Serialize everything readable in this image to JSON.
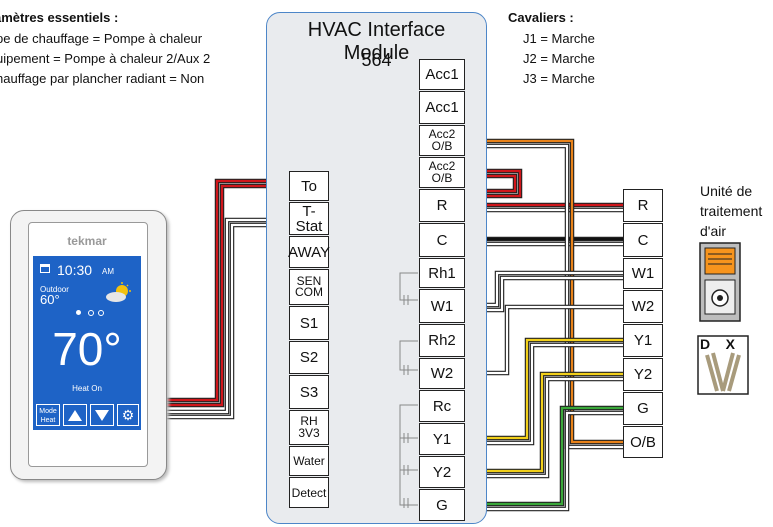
{
  "params": {
    "title": "amètres essentiels :",
    "lines": [
      "pe de chauffage = Pompe à chaleur",
      "uipement = Pompe à chaleur 2/Aux 2",
      "hauffage par plancher radiant = Non"
    ]
  },
  "jumpers": {
    "title": "Cavaliers :",
    "lines": [
      "J1 = Marche",
      "J2 = Marche",
      "J3 = Marche"
    ]
  },
  "module": {
    "title": "HVAC Interface Module",
    "model": "564",
    "left_terminals": [
      "To",
      "T-Stat",
      "AWAY",
      "SEN COM",
      "S1",
      "S2",
      "S3",
      "RH 3V3",
      "Water",
      "Detect"
    ],
    "right_terminals": [
      "Acc1",
      "Acc1",
      "Acc2 O/B",
      "Acc2 O/B",
      "R",
      "C",
      "Rh1",
      "W1",
      "Rh2",
      "W2",
      "Rc",
      "Y1",
      "Y2",
      "G"
    ]
  },
  "air_handler": {
    "label_lines": [
      "Unité de",
      "traitement",
      "d'air"
    ],
    "terminals": [
      "R",
      "C",
      "W1",
      "W2",
      "Y1",
      "Y2",
      "G",
      "O/B"
    ],
    "dx_label": "D    X"
  },
  "thermostat": {
    "brand": "tekmar",
    "time": "10:30",
    "ampm": "AM",
    "outdoor_label": "Outdoor",
    "outdoor_temp": "60°",
    "setpoint": "70°",
    "status": "Heat On",
    "mode_button": "Mode Heat"
  },
  "colors": {
    "module_border": "#4d86c8",
    "module_fill": "#e9ebee",
    "wire_red": "#d0161b",
    "wire_orange": "#e8821a",
    "wire_yellow": "#f2d01a",
    "wire_green": "#3aa83a",
    "wire_black": "#111111",
    "screen_blue": "#1e63c6"
  }
}
